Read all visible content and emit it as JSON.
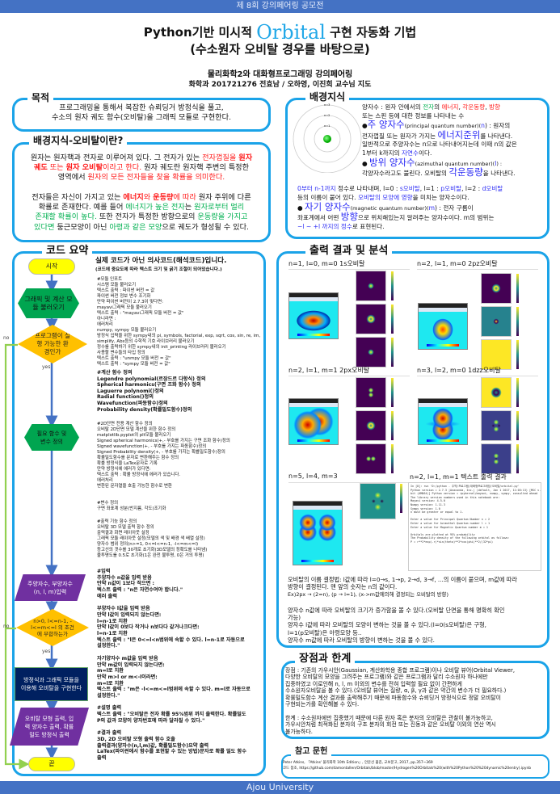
{
  "header": {
    "contest": "제 8회 강의페어링 공모전",
    "title_pre": "Python기반 미시적 ",
    "title_orbital": "Orbital",
    "title_post": " 구현 자동화 기법",
    "title_line2": "(수소원자 오비탈 경우를 바탕으로)",
    "course": "물리화학2와 대화형프로그래밍 강의페어링",
    "authors": "화학과 201721276 전효남 / 오하영, 이진희 교수님 지도"
  },
  "footer": {
    "university": "Ajou University"
  },
  "purpose": {
    "heading": "목적",
    "lines": [
      "프로그래밍을 통해서 복잡한 슈뢰딩거 방정식을 풀고,",
      "수소의 원자 궤도 함수(오비탈)을 그래픽 모듈로 구현한다."
    ]
  },
  "background_orbital": {
    "heading": "배경지식-오비탈이란?",
    "para1": [
      [
        {
          "t": "원자는 원자핵과 전자로 이루어져 있다. 그 전자가 있는 "
        },
        {
          "t": "전자껍질을 ",
          "c": "r"
        },
        {
          "t": "원자",
          "c": "rb"
        }
      ],
      [
        {
          "t": "궤도",
          "c": "rb"
        },
        {
          "t": " 또는 ",
          "c": "r"
        },
        {
          "t": "원자 오비탈",
          "c": "rb"
        },
        {
          "t": "이라고 한다. ",
          "c": "r"
        },
        {
          "t": "원자 궤도란 원자핵 주변의 특정한"
        }
      ],
      [
        {
          "t": "영역에서 "
        },
        {
          "t": "원자의 모든 전자들을 찾을 확률을 의미한다.",
          "c": "r"
        }
      ]
    ],
    "para2": [
      [
        {
          "t": "전자들은 자신이 가지고 있는 "
        },
        {
          "t": "에너지",
          "c": "rb"
        },
        {
          "t": "와 ",
          "c": "r"
        },
        {
          "t": "운동량",
          "c": "rb"
        },
        {
          "t": "에 따라",
          "c": "r"
        },
        {
          "t": " 원자 주위에 다른"
        }
      ],
      [
        {
          "t": "확률로 존재한다. 예를 들어 "
        },
        {
          "t": "에너지가 높은 전자",
          "c": "g"
        },
        {
          "t": "는 "
        },
        {
          "t": "원자로부터 멀리",
          "c": "g"
        }
      ],
      [
        {
          "t": "존재할 확률이 높다.",
          "c": "g"
        },
        {
          "t": " 또한 전자가 특정한 방향으로의 "
        },
        {
          "t": "운동량을 가지고",
          "c": "g"
        }
      ],
      [
        {
          "t": "있다면",
          "c": "g"
        },
        {
          "t": " 둥근모양이 아닌 "
        },
        {
          "t": "아령과 같은 모양",
          "c": "g"
        },
        {
          "t": "으로 궤도가 형성될 수 있다."
        }
      ]
    ]
  },
  "background_quantum": {
    "heading": "배경지식",
    "atom_labels": [
      "n=3",
      "n=2",
      "n=1"
    ],
    "lines": [
      [
        {
          "t": "양자수 : 원자 안에서의 "
        },
        {
          "t": "전자",
          "c": "g"
        },
        {
          "t": "의 "
        },
        {
          "t": "에너지",
          "c": "r"
        },
        {
          "t": ", "
        },
        {
          "t": "각운동량",
          "c": "r"
        },
        {
          "t": ", "
        },
        {
          "t": "방향",
          "c": "r"
        }
      ],
      [
        {
          "t": "또는 스핀 등에 대한 정보를 나타내는 수"
        }
      ],
      [
        {
          "t": "●"
        },
        {
          "t": "주 양자수",
          "c": "bb"
        },
        {
          "t": "(principal quantum number)(",
          "c": "k"
        },
        {
          "t": "n",
          "c": "b"
        },
        {
          "t": ") : 원자의",
          "c": "k2"
        }
      ],
      [
        {
          "t": "전자껍질 또는 원자가 가지는 "
        },
        {
          "t": "에너지준위",
          "c": "bb"
        },
        {
          "t": "를 나타낸다."
        }
      ],
      [
        {
          "t": "일반적으로 주양자수는 n으로 나타내어지는데 이때 n의 값은"
        }
      ],
      [
        {
          "t": "1부터 k까지의 "
        },
        {
          "t": "자연수",
          "c": "b"
        },
        {
          "t": "이다."
        }
      ],
      [
        {
          "t": " "
        }
      ],
      [
        {
          "t": "● "
        },
        {
          "t": "방위 양자수",
          "c": "bb"
        },
        {
          "t": "(azimuthal quantum number)(",
          "c": "k"
        },
        {
          "t": "l",
          "c": "b"
        },
        {
          "t": ") :",
          "c": "k"
        }
      ],
      [
        {
          "t": "각양자수라고도 불린다. 오비탈의 "
        },
        {
          "t": "각운동량",
          "c": "bb"
        },
        {
          "t": "을 나타낸다."
        }
      ]
    ],
    "lines2": [
      [
        {
          "t": "0부터 n-1까지",
          "c": "b"
        },
        {
          "t": " 정수로 나타내며, l=0 : "
        },
        {
          "t": "s오비탈",
          "c": "b"
        },
        {
          "t": ", l=1 : "
        },
        {
          "t": "p오비탈",
          "c": "b"
        },
        {
          "t": ", l=2 : "
        },
        {
          "t": "d오비탈",
          "c": "b"
        }
      ],
      [
        {
          "t": "등의 이름이 붙어 있다. "
        },
        {
          "t": "오비탈의 모양에 영향",
          "c": "b"
        },
        {
          "t": "을 미치는 양자수이다."
        }
      ],
      [
        {
          "t": " "
        }
      ],
      [
        {
          "t": "● "
        },
        {
          "t": "자기 양자수",
          "c": "bb"
        },
        {
          "t": "(magnetic quantum number)(",
          "c": "k"
        },
        {
          "t": "m",
          "c": "b"
        },
        {
          "t": ") :  전자 구름이"
        }
      ],
      [
        {
          "t": "좌표계에서 어떤 "
        },
        {
          "t": "방향",
          "c": "bb"
        },
        {
          "t": "으로 위치해있는지 알려주는 양자수이다. m의 범위는"
        }
      ],
      [
        {
          "t": "−l ~ +l 까지의 정수",
          "c": "b"
        },
        {
          "t": "로 표현된다."
        }
      ]
    ]
  },
  "code_summary": {
    "heading": "코드 요약",
    "intro": "실제 코드가 아닌 의사코드(해석코드)입니다.",
    "intro_note": "(코드에 중요도에 따라 텍스트 크기 및 굵기 조절이 되어있습니다.)",
    "sections": [
      {
        "bold": false,
        "lines": [
          "#모듈 인포트",
          "시스템 모듈 불러오기",
          "텍스트 출력 : 파이썬 버전 = 값",
          "파이썬 버전 정보 변수 조기화",
          "만약 파이썬 버전이 2.7.3이 맞다면:",
          "   mayavi그래픽 모듈 불러오기",
          "   텍스트 출력 : \"mayavi그래픽 모듈 버전 = 값\"",
          "아니라면 :",
          "   에러처리",
          "numpy, sympy 모듈 불러오기",
          "방정식 입력을 위한 sympy내의 pi, symbols, factorial, exp, sqrt, cos, sin, re, im,",
          "simplify, Abs등의 수학적 기호 라이브러리 불러오기",
          "정수를 출력하기 위한 sympy내의 init_printing 라이브러리 불러오기",
          "사용할 변수들의 타입 정의",
          "텍스트 출력 : \"unmpy 모듈 버전 = 값\"",
          "텍스트 출력 : \"sympy 모듈 버전 = 값\""
        ]
      },
      {
        "bold": true,
        "lines": [
          "#계산 함수 정의",
          "Legendre polynomial(르장드르 다항식) 정의",
          "Spherical harmonics(구면 조화 함수) 정의",
          "Laguerre polynomi()정의",
          "Radial function()정의",
          "Wavefunction(파동함수)정의",
          "Probability density(확률밀도함수)정의"
        ]
      },
      {
        "bold": false,
        "lines": [
          "#2D단면 전용 계산 함수 정의",
          "오비탈 2D단면 모델 계산을 위한 함수 정의",
          "matplotlib.pyplot의 plt모듈 불러오기",
          "Signed spherical harmonics(+,- 부호를 가지는 구면 조화 함수)정의",
          "Signed wavefunction(+, - 부호를 가지는 파동함수)정의",
          "Signed Probability density(+, - 부호를 가지는 확률밀도함수)정의",
          "확률밀도함수를 문자로 변환해주는 함수 정의",
          "   확률 방정식을 LaTex문자로 기록",
          "   만약 방정식에 에러가 있다면:",
          "      텍스트 출력 : 확률 방정식에 에러가 있습니다.",
          "      에러처리",
          "   변환된 문자열을 호출 가능한 함수로 변환"
        ]
      },
      {
        "bold": false,
        "lines": [
          "#변수 정의",
          "구면 좌표계 성분(반지름, 각도)조기화"
        ]
      },
      {
        "bold": false,
        "lines": [
          "#출력 기능 함수 정의",
          "오비탈 3D 모델 출력 함수 정의",
          "   출력결과 화면 레이아웃 설정",
          "   그래픽 모듈 레이아웃 설정(모델의 색 및 배경 색 배열 설정)",
          "   양자수 범위 정의(n>=1, 0<=l<=n-1, -l<=m<=l)",
          "   등고선의 갯수를 30개로 초기화(3D모델의 정확도를 나타냄)",
          "   불투명도를 0.5로 초기화(1은 완전 불투명, 0은 거의 투명)"
        ]
      },
      {
        "bold": true,
        "lines": [
          "#입력",
          "주양자수 n값을 입력 받음",
          "만약 n값이 1보다 작으면 :",
          "   텍스트 출력 : \"n은 자연수여야 합니다.\"",
          "   에러 출력",
          "",
          "부양자수 l값을 입력 받음",
          "만약 l값이 입력되지 않는다면:",
          "   l=n-1로 치환",
          "만약 l값이 0보다 작거나 n보다다 같거나크다면:",
          "   l=n-1로 치환",
          "   텍스트 출력 : \"l은 0<=l<n범위에 속할 수 있다. l=n-1로 자동으로",
          "설정한다.\"",
          "",
          "자기양자수 m값을 입력 받음",
          "만약 m값이 입력되지 않는다면:",
          "   m=l로 치환",
          "만약 m>l or m<-l이라면:",
          "   m=l로 치환",
          "   텍스트 출력 : \"m은 -l<=m<=l범위에 속할 수 있다. m=l로 자동으로",
          "설정한다.\"",
          "",
          "#설명 출력",
          "텍스트 출력 : \"오비탈은 전자 확률 95%범위 까지 출력한다. 확률밀도",
          "P의 값과 모양이 양자번호에 따라 달라질 수 있다.\"",
          "",
          "#결과 출력",
          "3D, 2D 오비탈 모형 출력 함수 호출",
          "출력결과(양자수(n,l,m)값, 확률밀도함수)요약 출력",
          "LaTex(파이썬에서 함수를 표현할 수 있는 방법)문자로 확률 밀도 함수",
          "출력"
        ]
      }
    ]
  },
  "flowchart": {
    "start": "시작",
    "load_modules": "그래픽 및 계산 모듈 불러오기",
    "env_check": "프로그램이 실행 가능한 환경인가",
    "define": "필요 함수 및 변수 정의",
    "input": "주양자수, 부양자수 (n, l, m)입력",
    "condition": "n>0, l<=n-1, -l<=m<=l 의 조건에 부합하는가",
    "implement": "방정식과 그래픽 모듈을 이용해 오비탈을 구현한다",
    "output": "오비탈 모형 출력, 입력 양자수 출력, 확률밀도 방정식 출력",
    "end": "끝",
    "no": "no",
    "yes": "yes",
    "colors": {
      "terminal": "#ffff00",
      "process": "#00a550",
      "decision": "#ffc000",
      "io": "#7030a0",
      "implement": "#002060",
      "arrow": "#4472c4",
      "no_line": "#92d050"
    }
  },
  "results": {
    "heading": "출력 결과 및 분석",
    "panels": [
      {
        "label": "n=1, l=0, m=0   1s오비탈",
        "maps": [
          "dot",
          "ring",
          "dot"
        ]
      },
      {
        "label": "n=2, l=1, m=0   2pz오비탈",
        "maps": [
          "ring",
          "teal",
          "yellow"
        ]
      },
      {
        "label": "n=2, l=1, m=1   2px오비탈",
        "maps": [
          "vpair",
          "ring",
          "hpair"
        ]
      },
      {
        "label": "n=3, l=2, m=0   1dzz오비탈",
        "maps": [
          "yring",
          "quad",
          "vquad"
        ]
      },
      {
        "label": "n=5, l=4, m=3",
        "maps": [
          "quad4"
        ]
      }
    ],
    "text_output_label": "n=2, l=1, m=1 텍스트 출력 결과",
    "terminal_lines": [
      "In [8]: run 'D:/python - 주역/프로그램/대화형프로그래밍/오비탈/orbital.py'",
      "Python version = 2.7.3 |Anaconda, Inc.| (default, Jan 1 2017, 11:05:13) [MSC v.1500 64",
      "bit (AMD64)] Python version = ipykernel/mayavi, numpy, sympy, consulted ahead",
      "The library version numbers used in this notebook are:",
      "Mayavi version:  4.5.0",
      "Numpy version:   1.11.3",
      "Sympy version:   1.0",
      "n must be greater or equal to 1.",
      "",
      "Enter a value for Principal Quantum Number n = 2",
      "Enter a value for Azimuthal Quantum number l = 1",
      "Enter a value for Magnetic Quantum number m = 1",
      "",
      "Orbitals are plotted at 95% probability",
      "The Probability density of the following orbital as follows:",
      "P = r**2*exp(-r)*sin(theta)**2*cos(phi)**2/(32*pi)"
    ],
    "notes": [
      "오비탈의 이름 결정법: l값에 따라 l=0→s, 1→p, 2→d, 3→f, ...의 이름이 붙으며, m값에 따라",
      "방향이 결정된다. 맨 앞의 숫자는 n의 값이다.",
      "  Ex)2px → (2=n), (p → l=1), (x->m값에의해 결정되는 오비탈의 방향)",
      "",
      "양자수 n값에 따라 오비탈의 크기가 증가함을 볼 수 있다.(오비탈 단면을 통해 명확히 확인",
      "가능)",
      "양자수 l값에 따라 오비탈의 모양이 변하는 것을 볼 수 있다.(l=0(s오비탈)은 구형,",
      "l=1(p오비탈)은 아령모양 등..",
      "양자수 m값에 따라 오비탈의 방향이 변하는 것을 볼 수 있다."
    ]
  },
  "pros_cons": {
    "heading": "장점과 한계",
    "lines": [
      "장점 : 기존의 가우시안(Gaussian, 계산화학용 종합 프로그램)이나 오비탈 뷰어(Orbital Viewer,",
      "다양한 오비탈의 모양을 그려주는 프로그램)와 같은 프로그램과 달리 수소원자 하나에만",
      "집중하였고 이로인해 n, l, m 이외의 변수를 전혀 입력할 필요 없이 간편하게",
      "수소원자오비탈을 볼 수 있다.(오비탈 뷰어는 질량, α, β, γ과 같은 약간의 변수가 더 필요하다.)",
      "확률밀도함수 계산 결과를 출력해주기 때문에 파동함수와 슈뢰딩거 방정식으로 정말 오비탈이",
      "구현되는가를 확인해볼 수 있다.",
      "",
      "한계 : 수소원자에만 집중했기 때문에 다른 원자 혹은 분자의 오비탈은 관찰이 불가능하고,",
      "가우시안처럼 최적화된 분자의 구조 분자의 회전 또는 진동과 같은 오비탈 이외의 연산 역시",
      "불가능하다."
    ]
  },
  "references": {
    "heading": "참고 문헌",
    "lines": [
      "Peter Atkins, 「Atkins' 물리화학 10th Edition」, 안운선 옮김, 교보문고, 2017, pp.357~369",
      "코드 참조, https://github.com/damontallen/Orbitals/blob/master/Hydrogen%20Orbitals%20(with%20Python%20%20dynamic%20entry).ipynb"
    ]
  }
}
